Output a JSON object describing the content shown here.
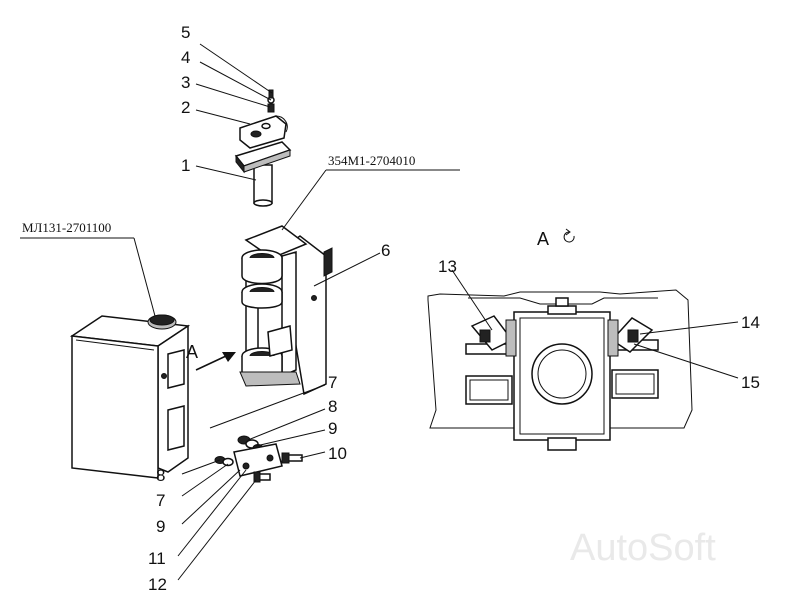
{
  "diagram": {
    "callouts": [
      "1",
      "2",
      "3",
      "4",
      "5",
      "6",
      "7",
      "8",
      "9",
      "10",
      "11",
      "12",
      "13",
      "14",
      "15"
    ],
    "callouts_left": [
      "8",
      "7",
      "9"
    ],
    "part_codes": {
      "hinge_assembly": "354M1-2704010",
      "body": "МЛ131-2701100"
    },
    "view_label": "A",
    "view_marker": "A",
    "watermark": "AutoSoft"
  }
}
